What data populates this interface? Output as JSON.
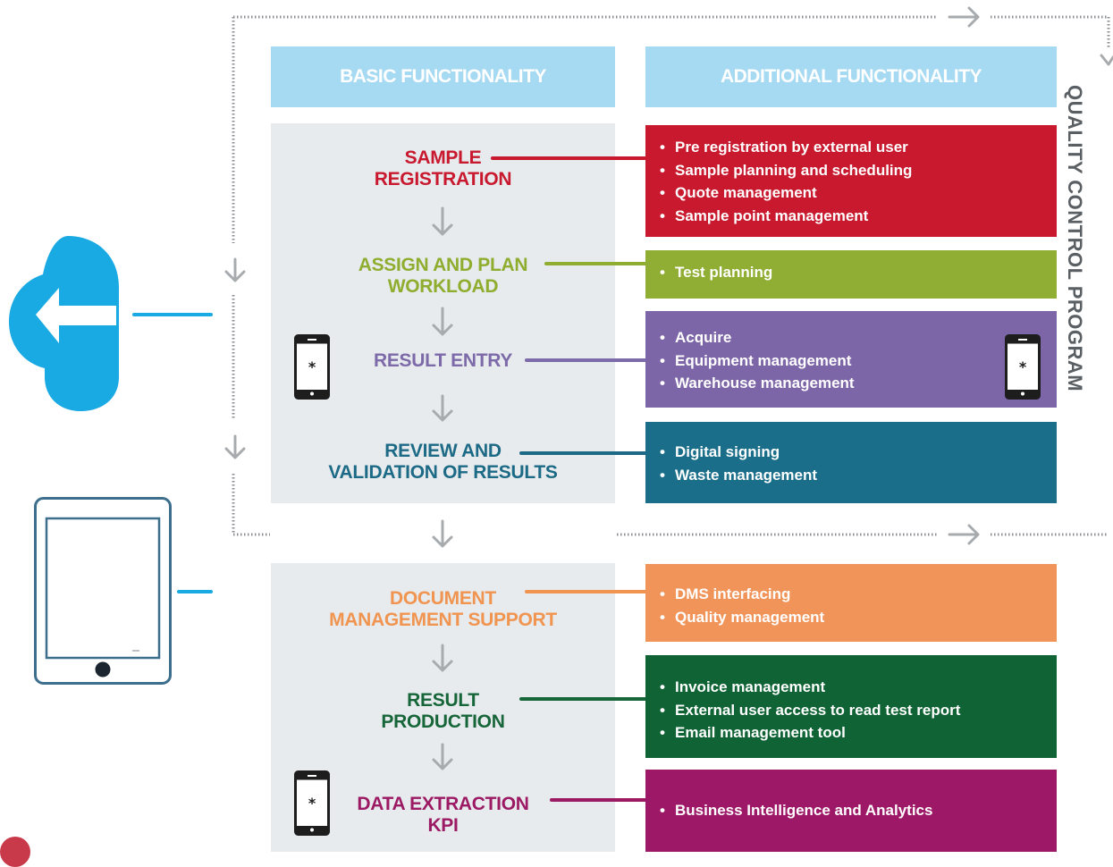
{
  "headers": {
    "basic": "BASIC FUNCTIONALITY",
    "additional": "ADDITIONAL FUNCTIONALITY"
  },
  "side_label": "QUALITY CONTROL PROGRAM",
  "steps": [
    {
      "line1": "SAMPLE",
      "line2": "REGISTRATION",
      "color": "#c8192e"
    },
    {
      "line1": "ASSIGN AND PLAN",
      "line2": "WORKLOAD",
      "color": "#8fad2e"
    },
    {
      "line1": "RESULT ENTRY",
      "line2": "",
      "color": "#7d6aa8"
    },
    {
      "line1": "REVIEW AND",
      "line2": "VALIDATION OF RESULTS",
      "color": "#1c6a85"
    },
    {
      "line1": "DOCUMENT",
      "line2": "MANAGEMENT SUPPORT",
      "color": "#f0944f"
    },
    {
      "line1": "RESULT",
      "line2": "PRODUCTION",
      "color": "#17663a"
    },
    {
      "line1": "DATA EXTRACTION",
      "line2": "KPI",
      "color": "#9c1a63"
    }
  ],
  "boxes": [
    {
      "color": "#c8192e",
      "items": [
        "Pre registration by external user",
        "Sample planning and scheduling",
        "Quote management",
        "Sample point management"
      ]
    },
    {
      "color": "#90ae34",
      "items": [
        "Test planning"
      ]
    },
    {
      "color": "#7d66a8",
      "items": [
        "Acquire",
        "Equipment management",
        "Warehouse management"
      ]
    },
    {
      "color": "#1a6e8a",
      "items": [
        "Digital signing",
        "Waste management"
      ]
    },
    {
      "color": "#f1945a",
      "items": [
        "DMS interfacing",
        "Quality management"
      ]
    },
    {
      "color": "#0f6334",
      "items": [
        "Invoice management",
        "External user access to read test report",
        "Email management tool"
      ]
    },
    {
      "color": "#9d1866",
      "items": [
        "Business Intelligence and Analytics"
      ]
    }
  ],
  "icons": {
    "phone_symbol": "*",
    "cloud_color": "#19a9e3",
    "tablet_color": "#3d6f8c"
  }
}
